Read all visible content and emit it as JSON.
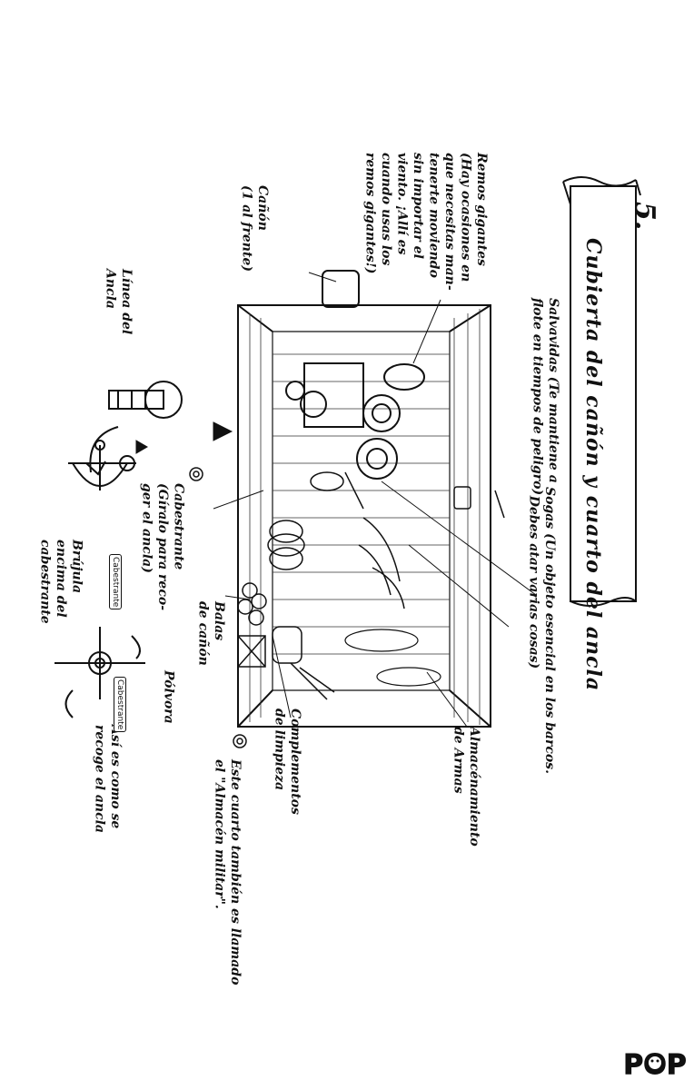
{
  "section": {
    "number": "5.",
    "title": "Cubierta del cañón y cuarto del ancla"
  },
  "labels": {
    "sogas": "Sogas (Un objeto esencial en los barcos.\n  Debes atar varias cosas)",
    "salvavidas": "Salvavidas (Te mantiene a\nflote en tiempos de peligro)",
    "remos": "Remos gigantes\n(Hay ocasiones en\nque necesitas man-\ntenerte moviendo\nsin importar el\nviento. ¡Allí es\ncuando usas los\nremos gigantes!)",
    "canon": "Cañón\n(1 al frente)",
    "linea_ancla": "Línea del\nAncla",
    "cabestrante": "Cabestrante\n(Gíralo para reco-\nger el ancla)",
    "balas": "Balas\nde cañón",
    "polvora": "Pólvora",
    "complementos": "Complementos\nde limpieza",
    "almacenamiento": "Almacénamiento\nde Armas",
    "cuarto_militar": "Este cuarto también es llamado\nel \"Almacén militar\".",
    "brujula": "Brújula\nencima del\ncabestrante",
    "asi_se_recoge": "Así es como se\nrecoge el ancla",
    "mini_cabestrante_1": "Cabestrante",
    "mini_cabestrante_2": "Cabestrante"
  },
  "logo": {
    "text": "POP"
  }
}
